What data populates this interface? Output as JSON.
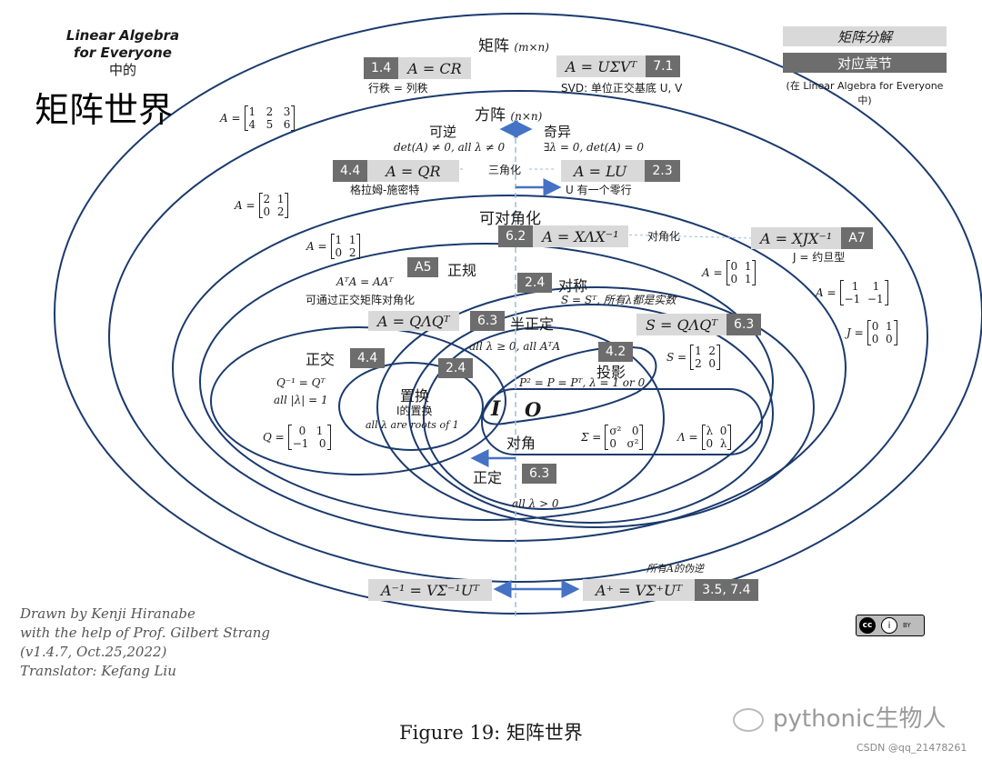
{
  "header": {
    "title_en_line1": "Linear Algebra",
    "title_en_line2": "for Everyone",
    "title_zh_small": "中的",
    "title_zh_big": "矩阵世界"
  },
  "legend": {
    "decomposition": "矩阵分解",
    "chapter": "对应章节",
    "note": "(在 Linear Algebra for Everyone 中)"
  },
  "regions": {
    "matrix": "矩阵",
    "matrix_dim": "(m×n)",
    "square": "方阵",
    "square_dim": "(n×n)",
    "invertible": "可逆",
    "singular": "奇异",
    "det_nonzero": "det(A) ≠ 0, all λ ≠ 0",
    "det_zero": "∃λ = 0, det(A) = 0",
    "triangularize": "三角化",
    "u_zero_row": "U 有一个零行",
    "diagonalizable": "可对角化",
    "diagonalize": "对角化",
    "jordan": "J = 约旦型",
    "normal": "正规",
    "normal_cond": "AᵀA = AAᵀ",
    "normal_desc": "可通过正交矩阵对角化",
    "symmetric": "对称",
    "symmetric_desc": "S = Sᵀ, 所有λ都是实数",
    "psd": "半正定",
    "psd_cond": "all λ ≥ 0, all AᵀA",
    "orthogonal": "正交",
    "ortho_cond1": "Q⁻¹ = Qᵀ",
    "ortho_cond2": "all |λ| = 1",
    "permutation": "置换",
    "perm_identity": "I的置换",
    "perm_cond": "all λ are roots of 1",
    "projection": "投影",
    "proj_cond": "P² = P = Pᵀ, λ = 1 or 0",
    "identity": "I",
    "zero": "O",
    "diagonal": "对角",
    "pd": "正定",
    "pd_cond": "all λ > 0",
    "pseudo_inverse": "所有A的伪逆",
    "lr_note": "行秩 = 列秩",
    "svd_note": "SVD: 单位正交基底 U, V",
    "qr_note": "格拉姆-施密特"
  },
  "boxes": {
    "cr": {
      "num": "1.4",
      "eq": "A = CR"
    },
    "svd": {
      "num": "7.1",
      "eq": "A = UΣVᵀ"
    },
    "qr": {
      "num": "4.4",
      "eq": "A = QR"
    },
    "lu": {
      "num": "2.3",
      "eq": "A = LU"
    },
    "eig": {
      "num": "6.2",
      "eq": "A = XΛX⁻¹"
    },
    "jordan": {
      "num": "A7",
      "eq": "A = XJX⁻¹"
    },
    "normal": {
      "num": "A5",
      "eq": "A = QΛQᵀ"
    },
    "sym": {
      "num": "6.3",
      "eq": "S = QΛQᵀ"
    },
    "inv": {
      "eq": "A⁻¹ = VΣ⁻¹Uᵀ"
    },
    "pinv": {
      "num": "3.5, 7.4",
      "eq": "A⁺ = VΣ⁺Uᵀ"
    }
  },
  "tags": {
    "symmetric": "2.4",
    "psd": "6.3",
    "orthogonal": "4.4",
    "permutation": "2.4",
    "projection": "4.2",
    "pd": "6.3"
  },
  "examples": {
    "rect": {
      "name": "A =",
      "rows": [
        [
          "1",
          "2",
          "3"
        ],
        [
          "4",
          "5",
          "6"
        ]
      ]
    },
    "square": {
      "name": "A =",
      "rows": [
        [
          "2",
          "1"
        ],
        [
          "0",
          "2"
        ]
      ]
    },
    "diagable": {
      "name": "A =",
      "rows": [
        [
          "1",
          "1"
        ],
        [
          "0",
          "2"
        ]
      ]
    },
    "nondiag": {
      "name": "A =",
      "rows": [
        [
          "0",
          "1"
        ],
        [
          "0",
          "1"
        ]
      ]
    },
    "nondiag2": {
      "name": "A =",
      "rows": [
        [
          "1",
          "1"
        ],
        [
          "−1",
          "−1"
        ]
      ]
    },
    "jordan": {
      "name": "J =",
      "rows": [
        [
          "0",
          "1"
        ],
        [
          "0",
          "0"
        ]
      ]
    },
    "sym": {
      "name": "S =",
      "rows": [
        [
          "1",
          "2"
        ],
        [
          "2",
          "0"
        ]
      ]
    },
    "ortho": {
      "name": "Q =",
      "rows": [
        [
          "0",
          "1"
        ],
        [
          "−1",
          "0"
        ]
      ]
    },
    "sigma": {
      "name": "Σ =",
      "rows": [
        [
          "σ²",
          "0"
        ],
        [
          "0",
          "σ²"
        ]
      ]
    },
    "lambda": {
      "name": "Λ =",
      "rows": [
        [
          "λ",
          "0"
        ],
        [
          "0",
          "λ"
        ]
      ]
    }
  },
  "credits": {
    "line1": "Drawn by Kenji Hiranabe",
    "line2": "with the help of Prof. Gilbert Strang",
    "line3": "(v1.4.7, Oct.25,2022)",
    "line4": "Translator: Kefang Liu"
  },
  "caption": "Figure 19: 矩阵世界",
  "license": {
    "c1": "cc",
    "c2": "i",
    "by": "BY"
  },
  "watermark": "pythonic生物人",
  "csdn": "CSDN @qq_21478261",
  "colors": {
    "arrow": "#4472c4",
    "dash": "#9bbbe0",
    "box_light": "#d9d9d9",
    "box_dark": "#6d6d6d"
  }
}
